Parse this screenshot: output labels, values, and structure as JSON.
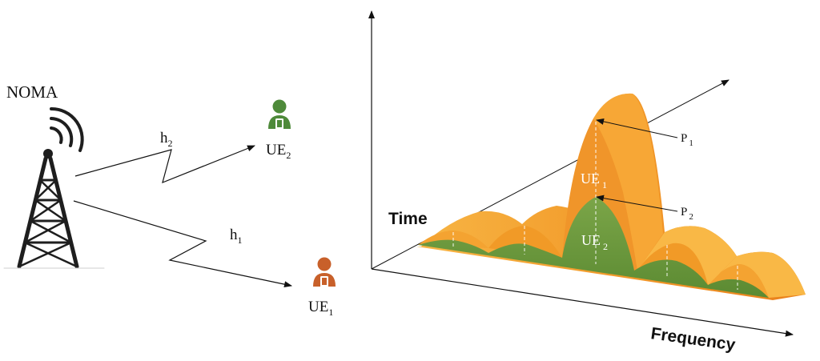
{
  "tower_label": "NOMA",
  "channels": [
    {
      "label": "h",
      "sub": "2"
    },
    {
      "label": "h",
      "sub": "1"
    }
  ],
  "users": [
    {
      "label": "UE",
      "sub": "2",
      "color": "#4e8a3a"
    },
    {
      "label": "UE",
      "sub": "1",
      "color": "#c8602a"
    }
  ],
  "axes": {
    "time": "Time",
    "frequency": "Frequency"
  },
  "power_labels": [
    {
      "label": "P",
      "sub": "1"
    },
    {
      "label": "P",
      "sub": "2"
    }
  ],
  "curve_labels": [
    {
      "label": "UE",
      "sub": "1"
    },
    {
      "label": "UE",
      "sub": "2"
    }
  ],
  "colors": {
    "orange_light": "#f6b040",
    "orange_dark": "#e57a16",
    "green": "#6f9a40",
    "green_dark": "#4c7a28",
    "tower": "#1e1e1e"
  }
}
